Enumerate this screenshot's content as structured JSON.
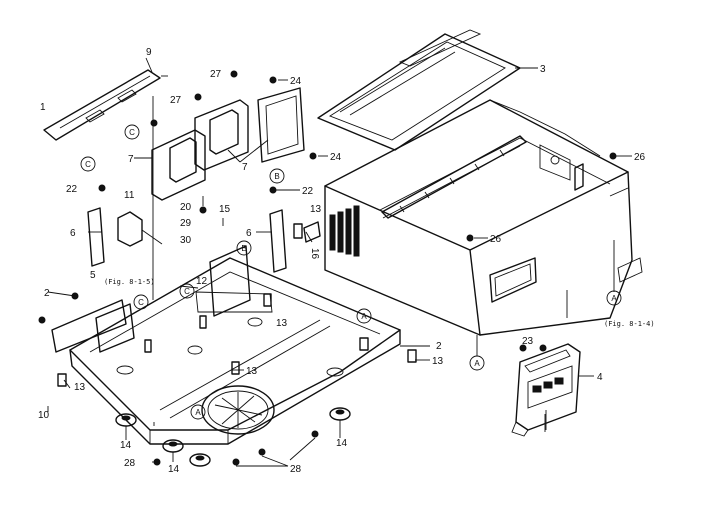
{
  "callouts": [
    {
      "id": "c1",
      "text": "1"
    },
    {
      "id": "c2",
      "text": "2"
    },
    {
      "id": "c2b",
      "text": "2"
    },
    {
      "id": "c3",
      "text": "3"
    },
    {
      "id": "c4",
      "text": "4"
    },
    {
      "id": "c5",
      "text": "5"
    },
    {
      "id": "c6a",
      "text": "6"
    },
    {
      "id": "c6b",
      "text": "6"
    },
    {
      "id": "c7a",
      "text": "7"
    },
    {
      "id": "c7b",
      "text": "7"
    },
    {
      "id": "c9",
      "text": "9"
    },
    {
      "id": "c10",
      "text": "10"
    },
    {
      "id": "c11",
      "text": "11"
    },
    {
      "id": "c12",
      "text": "12"
    },
    {
      "id": "c13a",
      "text": "13"
    },
    {
      "id": "c13b",
      "text": "13"
    },
    {
      "id": "c13c",
      "text": "13"
    },
    {
      "id": "c13d",
      "text": "13"
    },
    {
      "id": "c13e",
      "text": "13"
    },
    {
      "id": "c14a",
      "text": "14"
    },
    {
      "id": "c14b",
      "text": "14"
    },
    {
      "id": "c14c",
      "text": "14"
    },
    {
      "id": "c15",
      "text": "15"
    },
    {
      "id": "c16",
      "text": "16"
    },
    {
      "id": "c20",
      "text": "20"
    },
    {
      "id": "c22a",
      "text": "22"
    },
    {
      "id": "c22b",
      "text": "22"
    },
    {
      "id": "c23",
      "text": "23"
    },
    {
      "id": "c24a",
      "text": "24"
    },
    {
      "id": "c24b",
      "text": "24"
    },
    {
      "id": "c26a",
      "text": "26"
    },
    {
      "id": "c26b",
      "text": "26"
    },
    {
      "id": "c27a",
      "text": "27"
    },
    {
      "id": "c27b",
      "text": "27"
    },
    {
      "id": "c28a",
      "text": "28"
    },
    {
      "id": "c28b",
      "text": "28"
    },
    {
      "id": "c29",
      "text": "29"
    },
    {
      "id": "c30",
      "text": "30"
    }
  ],
  "markers": [
    {
      "id": "mA1",
      "text": "A"
    },
    {
      "id": "mA2",
      "text": "A"
    },
    {
      "id": "mA3",
      "text": "A"
    },
    {
      "id": "mA4",
      "text": "A"
    },
    {
      "id": "mB1",
      "text": "B"
    },
    {
      "id": "mB2",
      "text": "B"
    },
    {
      "id": "mC1",
      "text": "C"
    },
    {
      "id": "mC2",
      "text": "C"
    },
    {
      "id": "mC3",
      "text": "C"
    },
    {
      "id": "mC4",
      "text": "C"
    }
  ],
  "references": [
    {
      "id": "r1",
      "text": "(Fig. 8-1-5)"
    },
    {
      "id": "r2",
      "text": "(Fig. 8-1-4)"
    }
  ]
}
